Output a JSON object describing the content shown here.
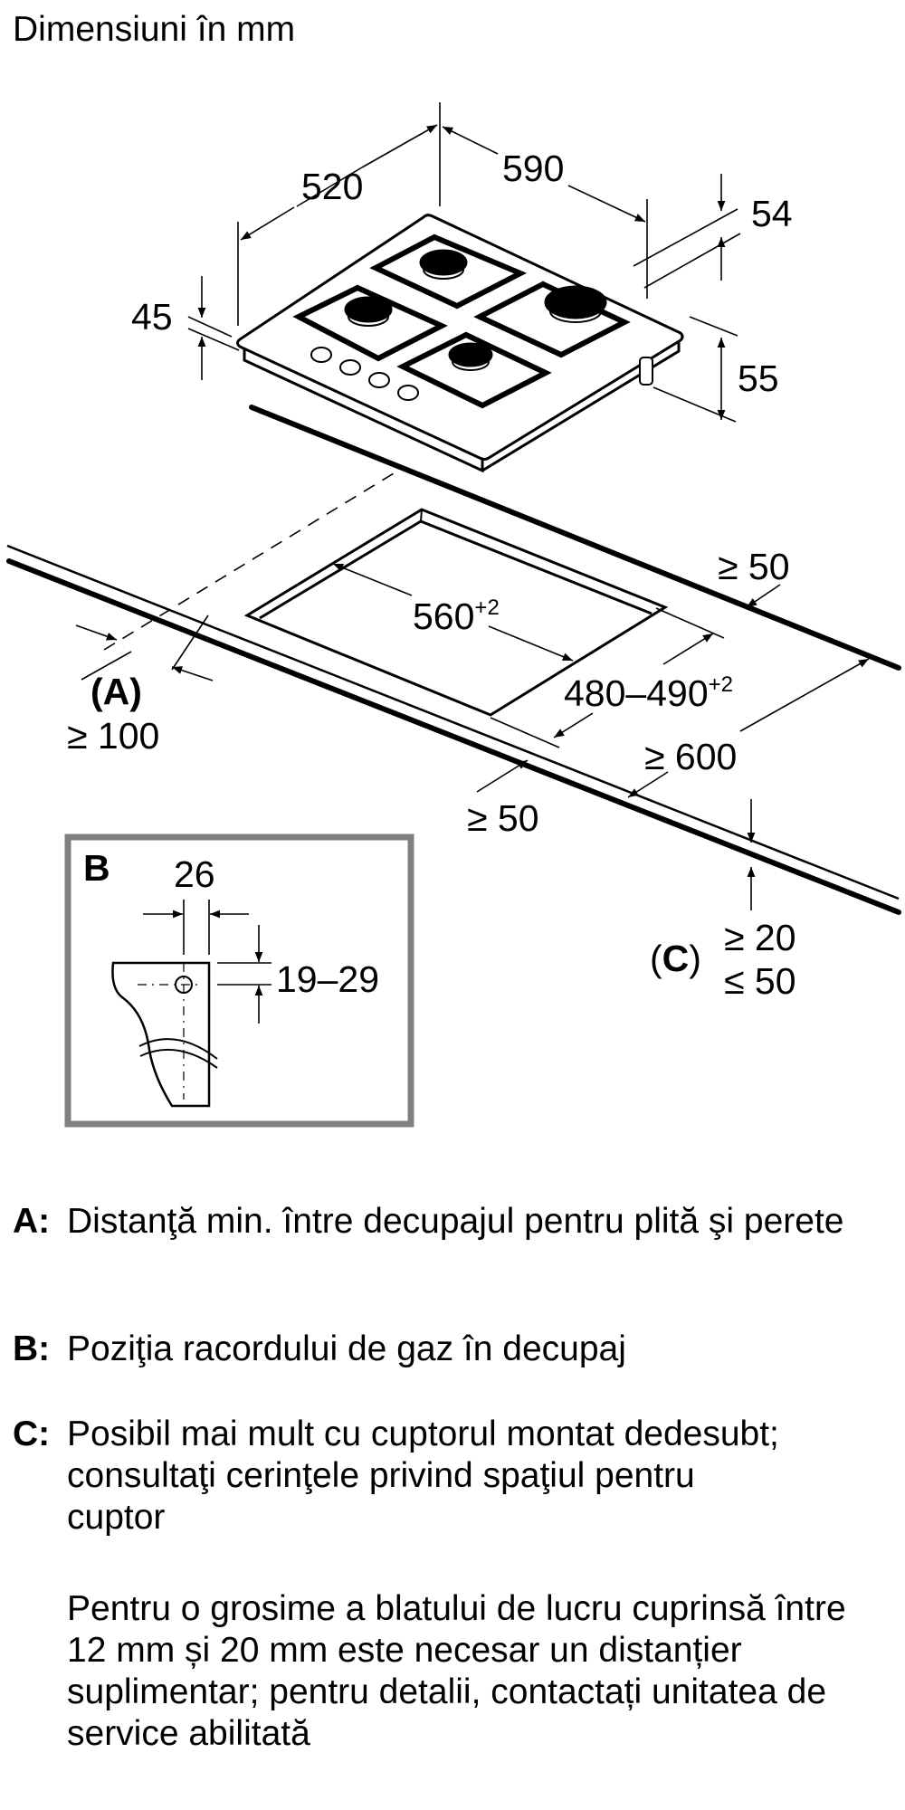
{
  "title": "Dimensiuni în mm",
  "hob_dimensions": {
    "depth": "520",
    "width": "590",
    "rear_edge_height": "54",
    "front_edge_height": "45",
    "total_height": "55"
  },
  "cutout": {
    "width": "560",
    "width_tolerance": "+2",
    "depth": "480–490",
    "depth_tolerance": "+2",
    "rear_clearance": "≥ 50",
    "front_clearance": "≥ 50",
    "worktop_depth": "≥ 600",
    "label_a": "(A)",
    "wall_distance": "≥ 100",
    "label_c_open": "(",
    "label_c_letter": "C",
    "label_c_close": ")",
    "thickness_min": "≥ 20",
    "thickness_max": "≤ 50"
  },
  "detail_b": {
    "label": "B",
    "horizontal_offset": "26",
    "vertical_offset": "19–29"
  },
  "legend": [
    {
      "key": "A:",
      "text": "Distanţă min. între decupajul pentru plită şi perete"
    },
    {
      "key": "B:",
      "text": "Poziţia racordului de gaz în decupaj"
    },
    {
      "key": "C:",
      "text": "Posibil mai mult cu cuptorul montat dedesubt; consultaţi cerinţele privind spaţiul pentru cuptor"
    }
  ],
  "note": "Pentru o grosime a blatului de lucru cuprinsă între 12 mm și 20 mm este necesar un distanțier suplimentar; pentru detalii, contactați unitatea de service abilitată",
  "colors": {
    "line": "#000000",
    "detail_frame": "#808080",
    "background": "#ffffff"
  }
}
